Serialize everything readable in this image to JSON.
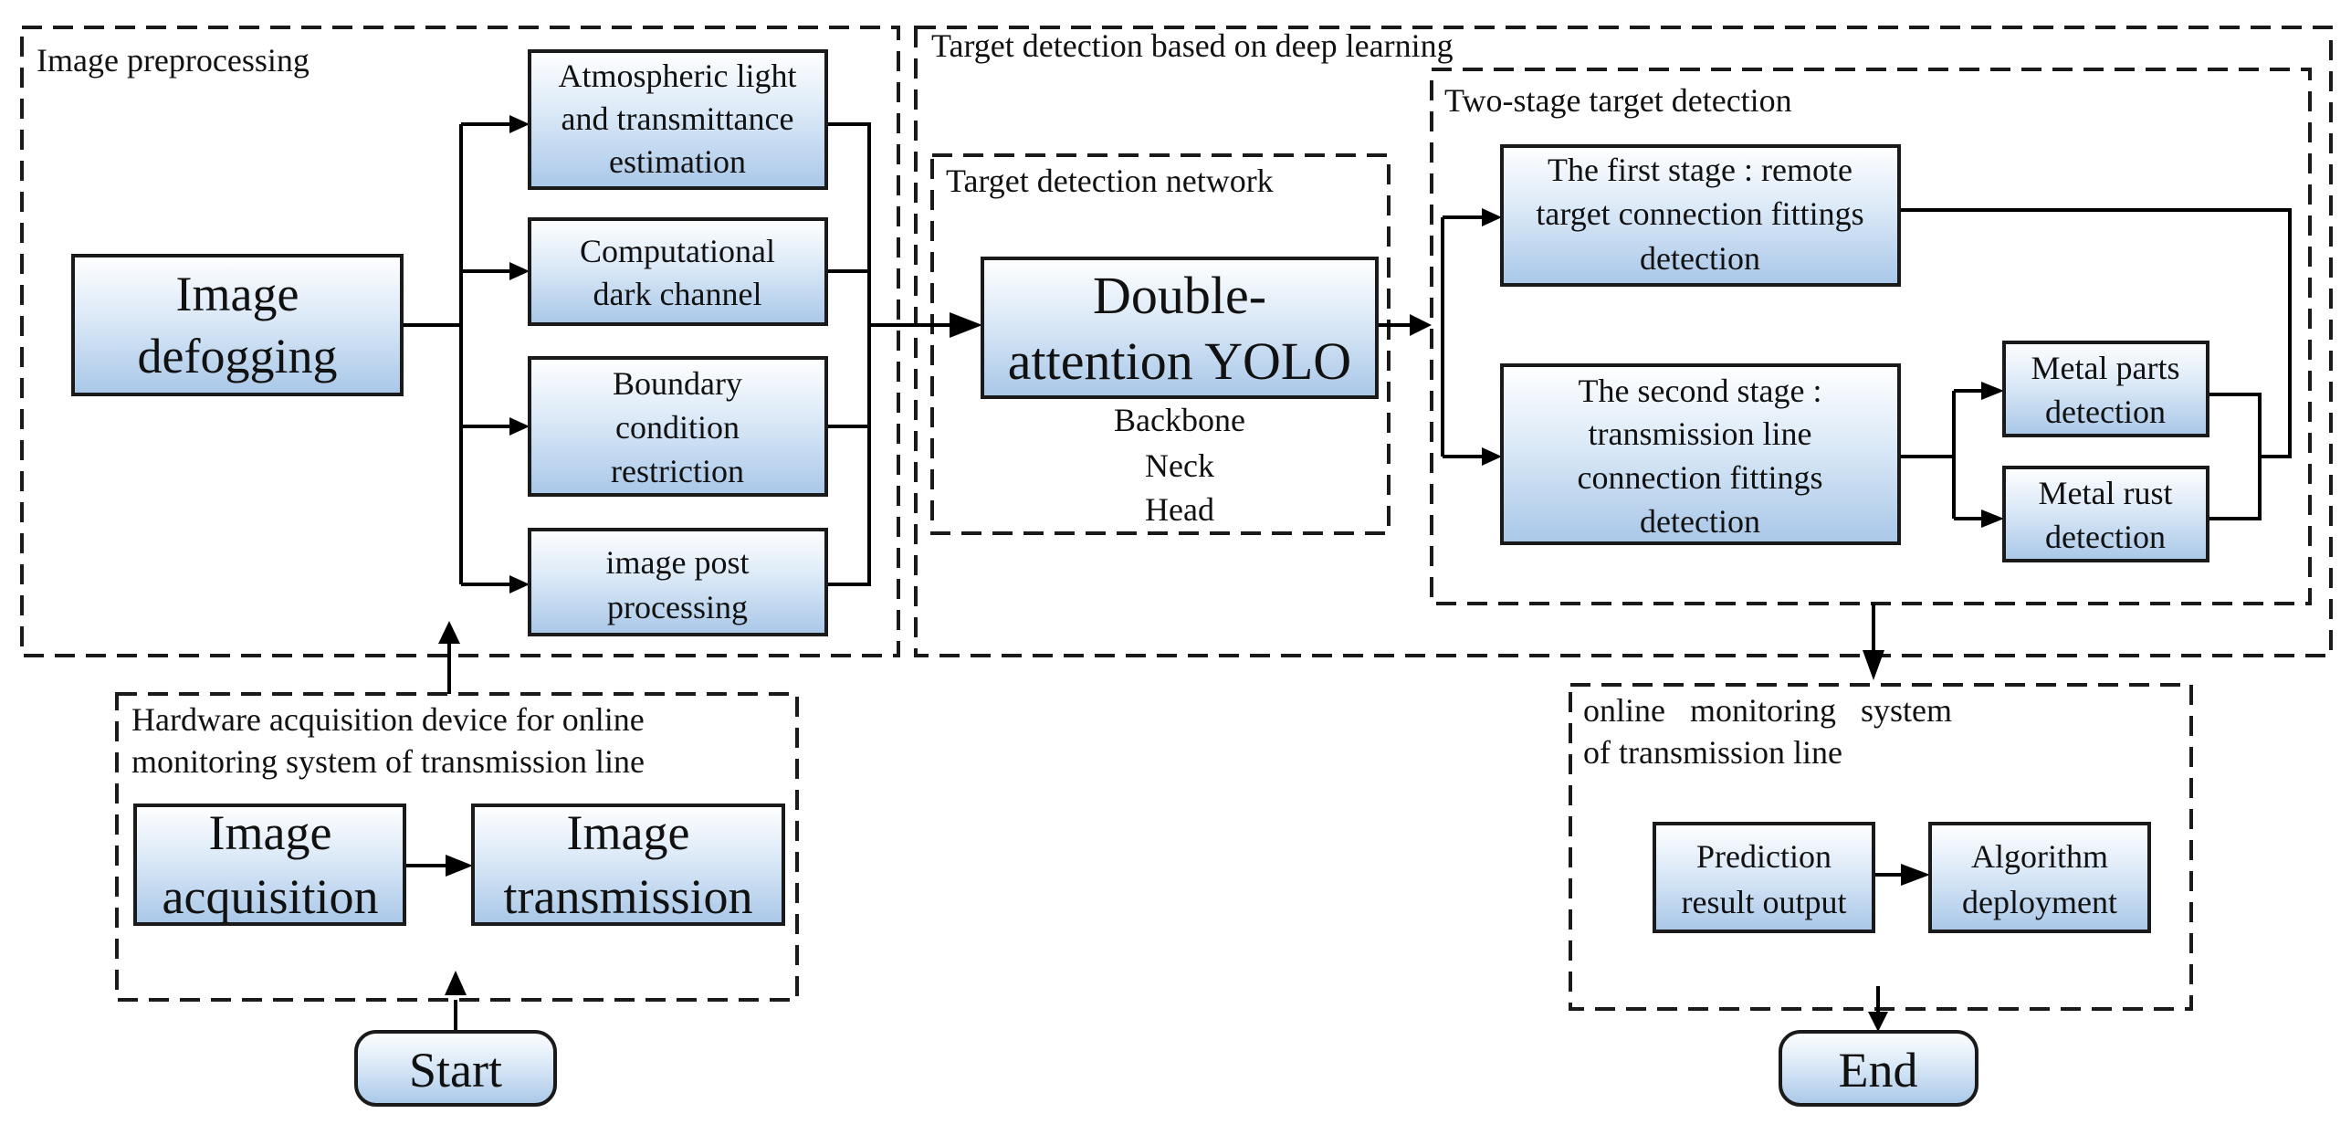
{
  "groups": {
    "preprocessing": "Image preprocessing",
    "target_detection": "Target detection based on deep learning",
    "network": "Target detection network",
    "two_stage": "Two-stage target detection",
    "hardware": [
      "Hardware acquisition device for online",
      "monitoring system of transmission line"
    ],
    "monitoring": [
      "online   monitoring   system",
      "of transmission line"
    ]
  },
  "boxes": {
    "defogging": [
      "Image",
      "defogging"
    ],
    "atmospheric": [
      "Atmospheric light",
      "and transmittance",
      "estimation"
    ],
    "dark_channel": [
      "Computational",
      "dark channel"
    ],
    "boundary": [
      "Boundary",
      "condition",
      "restriction"
    ],
    "post_processing": [
      "image post",
      "processing"
    ],
    "yolo": [
      "Double-",
      "attention YOLO"
    ],
    "yolo_parts": [
      "Backbone",
      "Neck",
      "Head"
    ],
    "first_stage": [
      "The first stage : remote",
      "target connection fittings",
      "detection"
    ],
    "second_stage": [
      "The second stage :",
      "transmission line",
      "connection fittings",
      "detection"
    ],
    "metal_parts": [
      "Metal parts",
      "detection"
    ],
    "metal_rust": [
      "Metal rust",
      "detection"
    ],
    "acquisition": [
      "Image",
      "acquisition"
    ],
    "transmission": [
      "Image",
      "transmission"
    ],
    "prediction": [
      "Prediction",
      "result output"
    ],
    "deployment": [
      "Algorithm",
      "deployment"
    ]
  },
  "terminals": {
    "start": "Start",
    "end": "End"
  }
}
